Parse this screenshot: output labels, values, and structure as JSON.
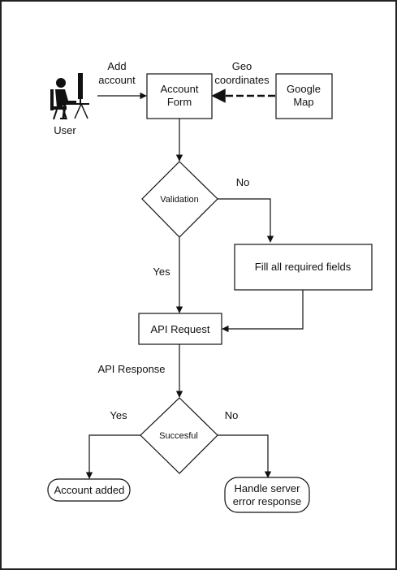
{
  "actors": {
    "user": {
      "label": "User",
      "icon": "person-at-computer-icon"
    }
  },
  "nodes": {
    "account_form": {
      "line1": "Account",
      "line2": "Form"
    },
    "google_map": {
      "line1": "Google",
      "line2": "Map"
    },
    "validation": {
      "label": "Validation"
    },
    "fill_required": {
      "label": "Fill all required fields"
    },
    "api_request": {
      "label": "API Request"
    },
    "successful": {
      "label": "Succesful"
    },
    "account_added": {
      "label": "Account added"
    },
    "handle_error": {
      "line1": "Handle server",
      "line2": "error response"
    }
  },
  "edges": {
    "add_account": {
      "line1": "Add",
      "line2": "account"
    },
    "geo": {
      "line1": "Geo",
      "line2": "coordinates"
    },
    "validation_no": "No",
    "validation_yes": "Yes",
    "api_response": "API Response",
    "success_yes": "Yes",
    "success_no": "No"
  }
}
